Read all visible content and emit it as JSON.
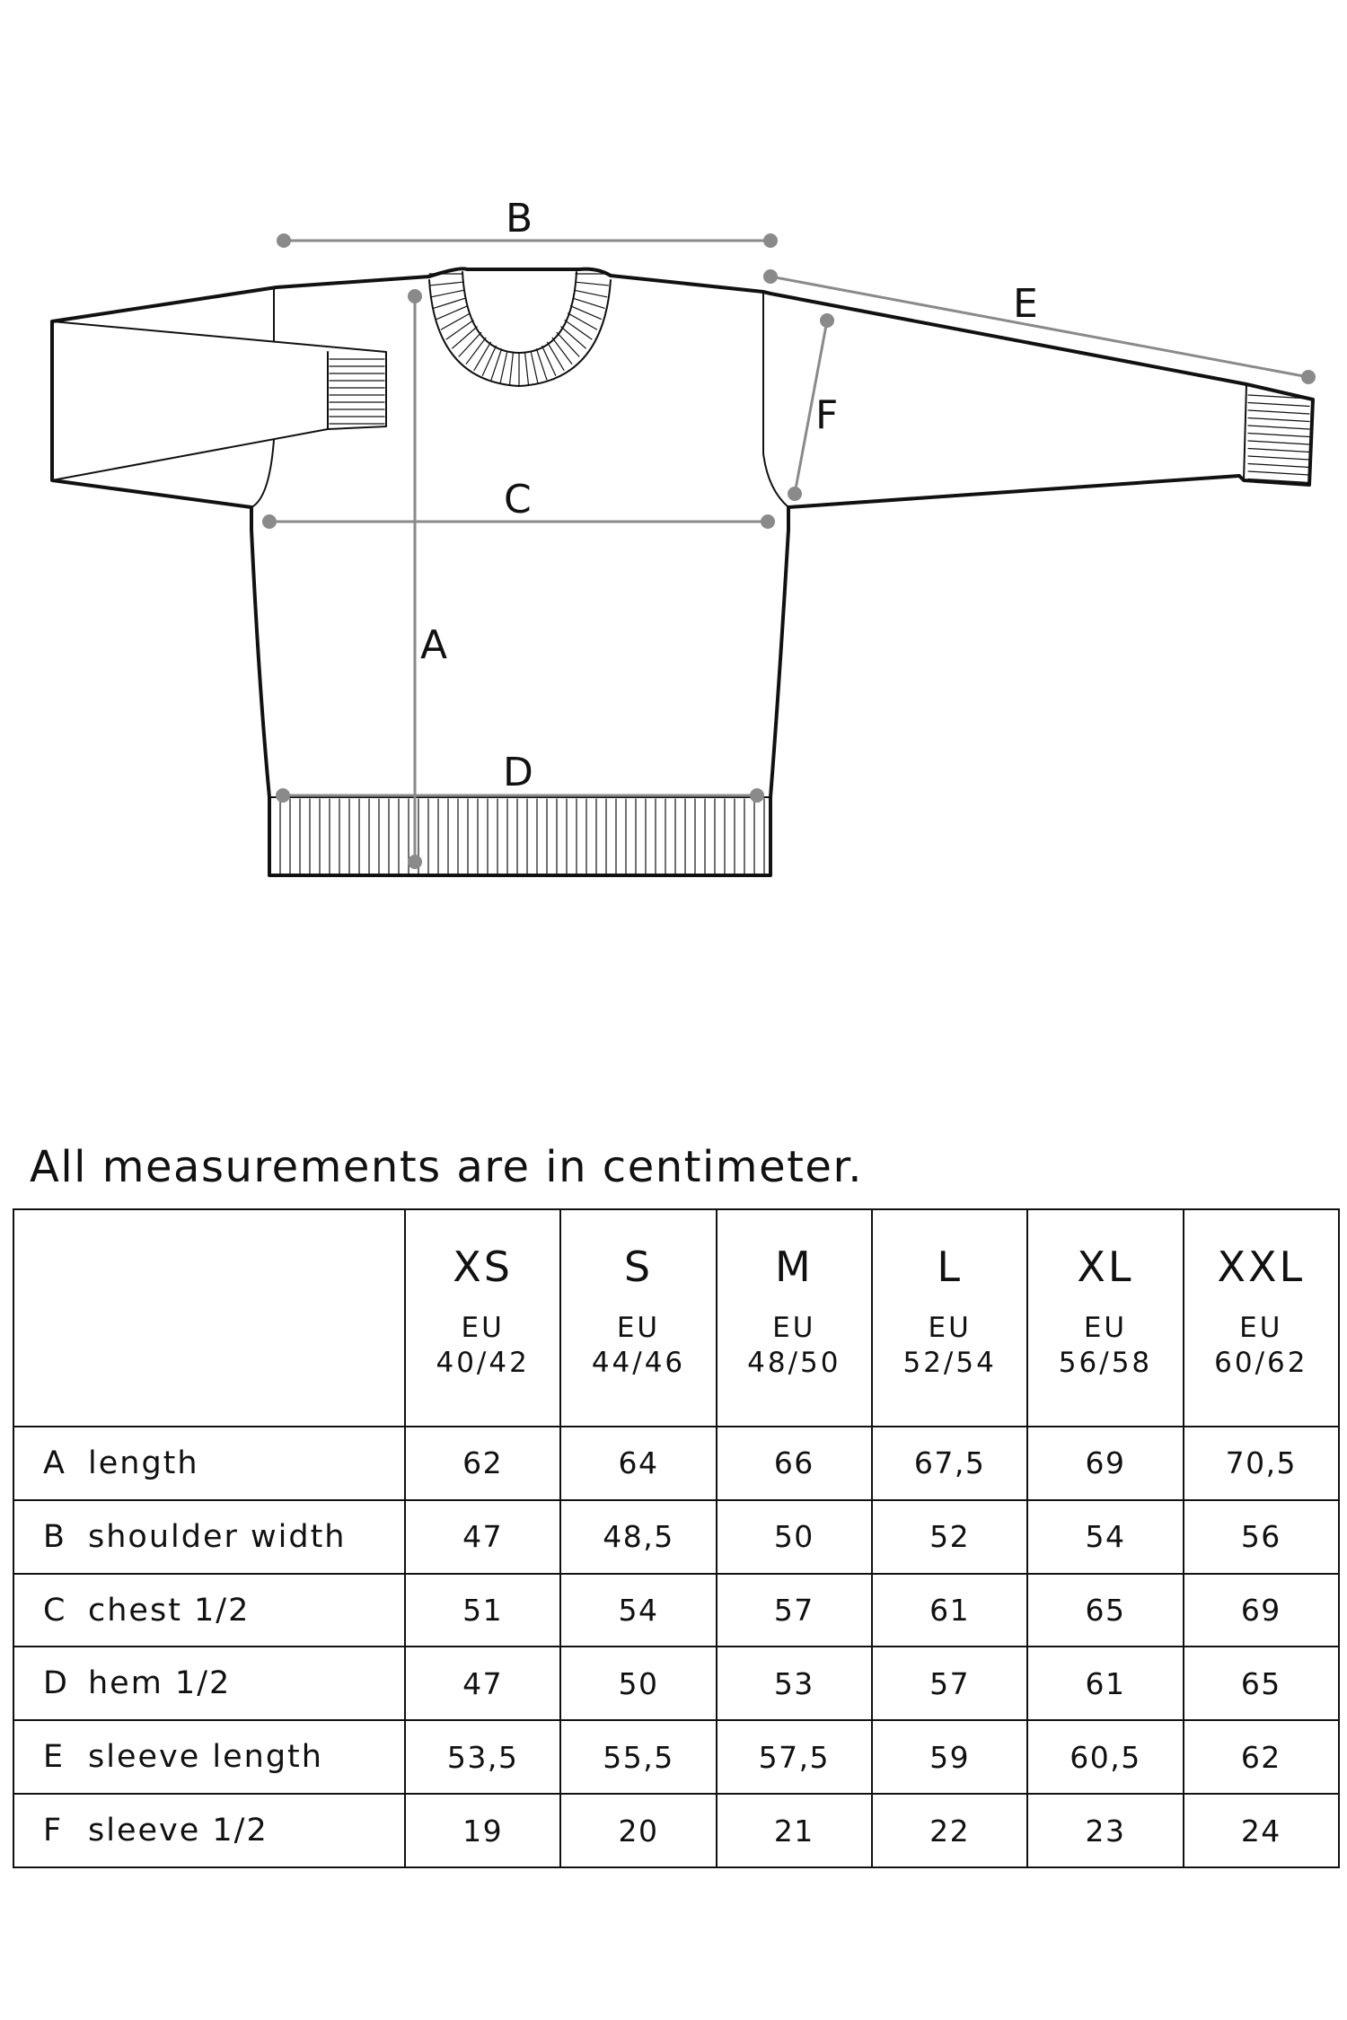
{
  "diagram": {
    "labels": {
      "A": "A",
      "B": "B",
      "C": "C",
      "D": "D",
      "E": "E",
      "F": "F"
    },
    "line_color": "#111111",
    "measure_color": "#8a8a8a"
  },
  "note": "All measurements are in centimeter.",
  "table": {
    "sizes": [
      {
        "name": "XS",
        "eu": "EU",
        "range": "40/42"
      },
      {
        "name": "S",
        "eu": "EU",
        "range": "44/46"
      },
      {
        "name": "M",
        "eu": "EU",
        "range": "48/50"
      },
      {
        "name": "L",
        "eu": "EU",
        "range": "52/54"
      },
      {
        "name": "XL",
        "eu": "EU",
        "range": "56/58"
      },
      {
        "name": "XXL",
        "eu": "EU",
        "range": "60/62"
      }
    ],
    "rows": [
      {
        "letter": "A",
        "label": "length",
        "values": [
          "62",
          "64",
          "66",
          "67,5",
          "69",
          "70,5"
        ]
      },
      {
        "letter": "B",
        "label": "shoulder width",
        "values": [
          "47",
          "48,5",
          "50",
          "52",
          "54",
          "56"
        ]
      },
      {
        "letter": "C",
        "label": "chest 1/2",
        "values": [
          "51",
          "54",
          "57",
          "61",
          "65",
          "69"
        ]
      },
      {
        "letter": "D",
        "label": "hem 1/2",
        "values": [
          "47",
          "50",
          "53",
          "57",
          "61",
          "65"
        ]
      },
      {
        "letter": "E",
        "label": "sleeve length",
        "values": [
          "53,5",
          "55,5",
          "57,5",
          "59",
          "60,5",
          "62"
        ]
      },
      {
        "letter": "F",
        "label": "sleeve 1/2",
        "values": [
          "19",
          "20",
          "21",
          "22",
          "23",
          "24"
        ]
      }
    ]
  }
}
